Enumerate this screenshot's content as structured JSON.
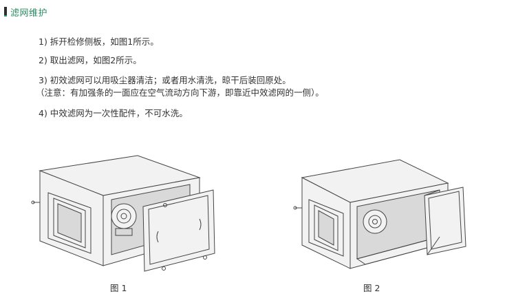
{
  "section": {
    "title": "滤网维护"
  },
  "steps": [
    "1) 拆开检修侧板，如图1所示。",
    "2) 取出滤网，如图2所示。",
    "3) 初效滤网可以用吸尘器清洁；或者用水清洗，晾干后装回原处。",
    "（注意：有加强条的一面应在空气流动方向下游，即靠近中效滤网的一侧）。",
    "4) 中效滤网为一次性配件，不可水洗。"
  ],
  "figures": [
    {
      "caption": "图 1"
    },
    {
      "caption": "图 2"
    }
  ]
}
